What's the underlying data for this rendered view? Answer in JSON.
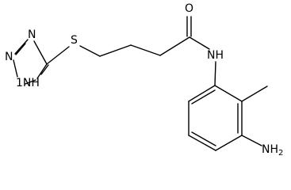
{
  "atoms": {
    "O": "O",
    "NH_amide": "NH",
    "S": "S",
    "N_ring_top": "N",
    "N_ring_left": "N",
    "NH_ring": "NH",
    "NH_ring_num": "1",
    "NH2": "NH",
    "NH2_sub": "2"
  }
}
